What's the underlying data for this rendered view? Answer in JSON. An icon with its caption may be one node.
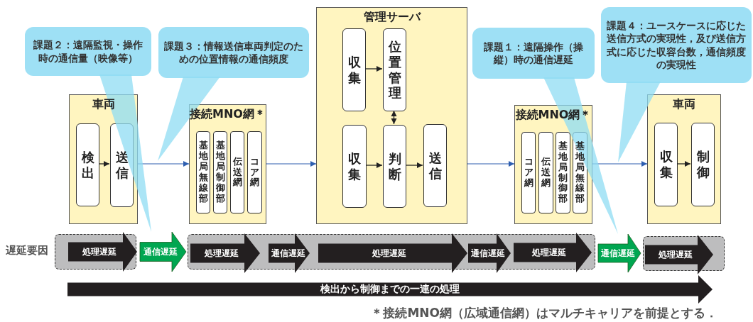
{
  "diagram": {
    "nodes": [
      {
        "text": [
          "課題２：遠隔監視・操作時の通信量（映像等）"
        ]
      },
      {
        "text": [
          "課題３：情報送信車両判定のための位置情報の通信頻度"
        ]
      },
      {
        "text": [
          "管理サーバ"
        ]
      },
      {
        "text": [
          "収集"
        ],
        "in": 2
      },
      {
        "text": [
          "位置管理"
        ],
        "in": 2
      },
      {
        "text": [
          "収集"
        ],
        "in": 2
      },
      {
        "text": [
          "判断"
        ],
        "in": 2
      },
      {
        "text": [
          "送信"
        ],
        "in": 2
      },
      {
        "text": [
          "課題１：遠隔操作（操縦）時の通信遅延"
        ]
      },
      {
        "text": [
          "課題４：ユースケースに応じた送信方式の実現性，及び送信方式に応じた収容台数，通信頻度の実現性"
        ]
      },
      {
        "text": [
          "車両"
        ]
      },
      {
        "text": [
          "検出"
        ],
        "in": 10
      },
      {
        "text": [
          "送信"
        ],
        "in": 10
      },
      {
        "text": [
          "接続MNO網＊"
        ]
      },
      {
        "text": [
          "基地局無線部"
        ],
        "in": 13
      },
      {
        "text": [
          "基地局制御部"
        ],
        "in": 13
      },
      {
        "text": [
          "伝送網"
        ],
        "in": 13
      },
      {
        "text": [
          "コア網"
        ],
        "in": 13
      },
      {
        "text": [
          "接続MNO網＊"
        ]
      },
      {
        "text": [
          "コア網"
        ],
        "in": 18
      },
      {
        "text": [
          "伝送網"
        ],
        "in": 18
      },
      {
        "text": [
          "基地局制御部"
        ],
        "in": 18
      },
      {
        "text": [
          "基地局無線部"
        ],
        "in": 18
      },
      {
        "text": [
          "車両"
        ]
      },
      {
        "text": [
          "収集"
        ],
        "in": 23
      },
      {
        "text": [
          "制御"
        ],
        "in": 23
      },
      {
        "text": [],
        "shape": "box"
      },
      {
        "text": [
          "処理遅延"
        ],
        "in": 26
      },
      {
        "text": [
          "通信遅延"
        ]
      },
      {
        "text": [],
        "shape": "box"
      },
      {
        "text": [
          "処理遅延"
        ],
        "in": 29
      },
      {
        "text": [
          "通信遅延"
        ],
        "in": 29
      },
      {
        "text": [
          "処理遅延"
        ],
        "in": 29
      },
      {
        "text": [
          "通信遅延"
        ],
        "in": 29
      },
      {
        "text": [
          "処理遅延"
        ],
        "in": 29
      },
      {
        "text": [
          "通信遅延"
        ]
      },
      {
        "text": [],
        "shape": "box"
      },
      {
        "text": [
          "処理遅延"
        ],
        "in": 36
      },
      {
        "text": [
          "検出から制御までの一連の処理"
        ]
      }
    ],
    "edges": [
      {
        "from": 11,
        "to": 12,
        "arrow": "to"
      },
      {
        "from": 10,
        "to": 13,
        "arrow": "to",
        "color": "#2e5fb0"
      },
      {
        "from": 13,
        "to": 2,
        "arrow": "to",
        "color": "#2e5fb0"
      },
      {
        "from": 3,
        "to": 4,
        "arrow": "to"
      },
      {
        "from": 4,
        "to": 6,
        "arrow": "both"
      },
      {
        "from": 5,
        "to": 6,
        "arrow": "to"
      },
      {
        "from": 6,
        "to": 7,
        "arrow": "to"
      },
      {
        "from": 2,
        "to": 18,
        "arrow": "to",
        "color": "#2e5fb0"
      },
      {
        "from": 18,
        "to": 23,
        "arrow": "to",
        "color": "#2e5fb0"
      },
      {
        "from": 24,
        "to": 25,
        "arrow": "to"
      },
      {
        "from": 0,
        "to": 28,
        "arrow": "to",
        "color": "#8fdcf3"
      },
      {
        "from": 1,
        "to": null,
        "arrow": "to",
        "color": "#8fdcf3"
      },
      {
        "from": 8,
        "to": 35,
        "arrow": "to",
        "color": "#8fdcf3"
      },
      {
        "from": 9,
        "to": null,
        "arrow": "to",
        "color": "#8fdcf3"
      }
    ],
    "labels": [
      "遅延要因",
      "＊接続MNO網（広域通信網）はマルチキャリアを前提とする．"
    ]
  }
}
